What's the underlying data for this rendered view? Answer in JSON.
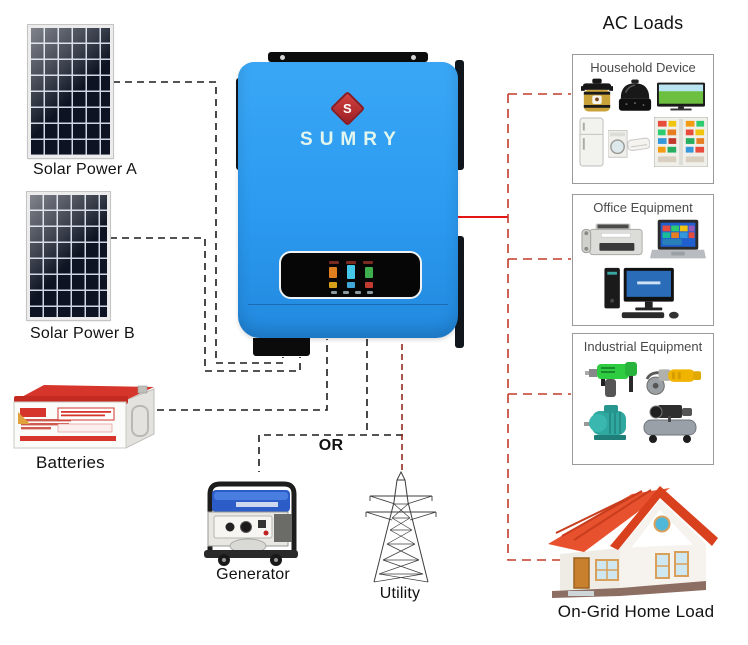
{
  "labels": {
    "solar_a": "Solar Power A",
    "solar_b": "Solar Power B",
    "batteries": "Batteries",
    "generator": "Generator",
    "utility": "Utility",
    "or_connector": "OR",
    "ac_loads": "AC Loads",
    "on_grid_home": "On-Grid Home Load"
  },
  "inverter": {
    "brand": "SUMRY",
    "logo_letter": "S",
    "body_color": "#2b9af0",
    "logo_color": "#c0272d"
  },
  "load_boxes": [
    {
      "title": "Household Device",
      "items": [
        "pressure-cooker-icon",
        "rice-cooker-icon",
        "television-icon",
        "refrigerator-icon",
        "washer-ac-icon",
        "double-door-fridge-icon"
      ]
    },
    {
      "title": "Office Equipment",
      "items": [
        "fax-machine-icon",
        "laptop-icon",
        "desktop-computer-icon"
      ]
    },
    {
      "title": "Industrial Equipment",
      "items": [
        "electric-drill-icon",
        "angle-grinder-icon",
        "electric-motor-icon",
        "air-compressor-icon"
      ]
    }
  ],
  "sources": [
    "solar-panel-a",
    "solar-panel-b",
    "batteries",
    "generator",
    "utility-grid"
  ],
  "sinks": [
    "household-devices",
    "office-equipment",
    "industrial-equipment",
    "on-grid-home"
  ],
  "colors": {
    "wire_black": "#1c1c1c",
    "wire_red_dashed": "#c23b2a",
    "wire_red_solid": "#e31515",
    "wire_dark_red": "#8f2b20",
    "roof_red": "#e8512e",
    "battery_red": "#d6352b"
  }
}
